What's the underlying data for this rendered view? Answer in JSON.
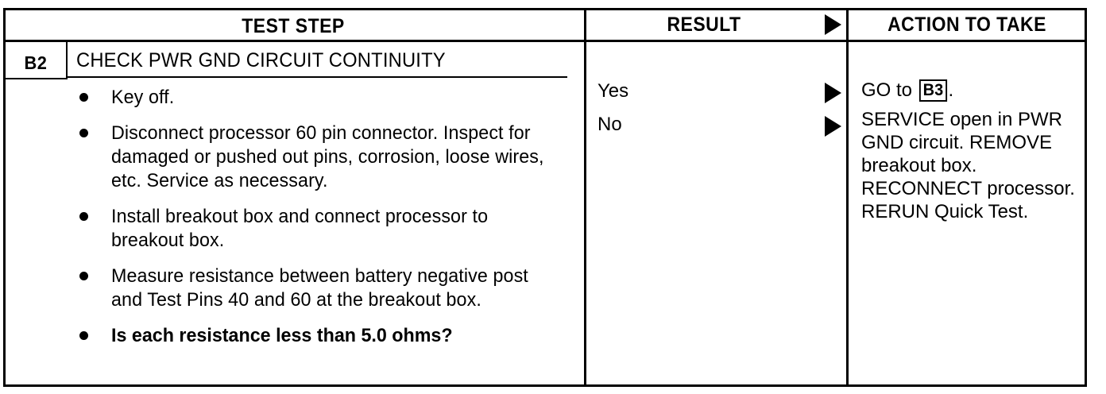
{
  "document": {
    "type": "diagnostic-pinpoint-test-table",
    "columns": {
      "test_step": "TEST STEP",
      "result": "RESULT",
      "action_to_take": "ACTION TO TAKE"
    },
    "arrow_icon": "right-triangle-arrow",
    "ink_color": "#000000",
    "paper_color": "#ffffff"
  },
  "row": {
    "step_code": "B2",
    "step_title": "CHECK PWR GND CIRCUIT CONTINUITY",
    "steps": [
      {
        "text": "Key off.",
        "bold": false
      },
      {
        "text": "Disconnect processor 60 pin connector. Inspect for damaged or pushed out pins, corrosion, loose wires, etc. Service as necessary.",
        "bold": false
      },
      {
        "text": "Install breakout box and connect processor to breakout box.",
        "bold": false
      },
      {
        "text": "Measure resistance between battery negative post and Test Pins 40 and 60 at the breakout box.",
        "bold": false
      },
      {
        "text": "Is each resistance less than 5.0 ohms?",
        "bold": true
      }
    ],
    "results": [
      {
        "label": "Yes"
      },
      {
        "label": "No"
      }
    ],
    "actions": {
      "yes_prefix": "GO to ",
      "yes_target": "B3",
      "yes_suffix": ".",
      "no_text": "SERVICE open in PWR GND circuit. REMOVE breakout box. RECONNECT processor. RERUN Quick Test."
    }
  }
}
